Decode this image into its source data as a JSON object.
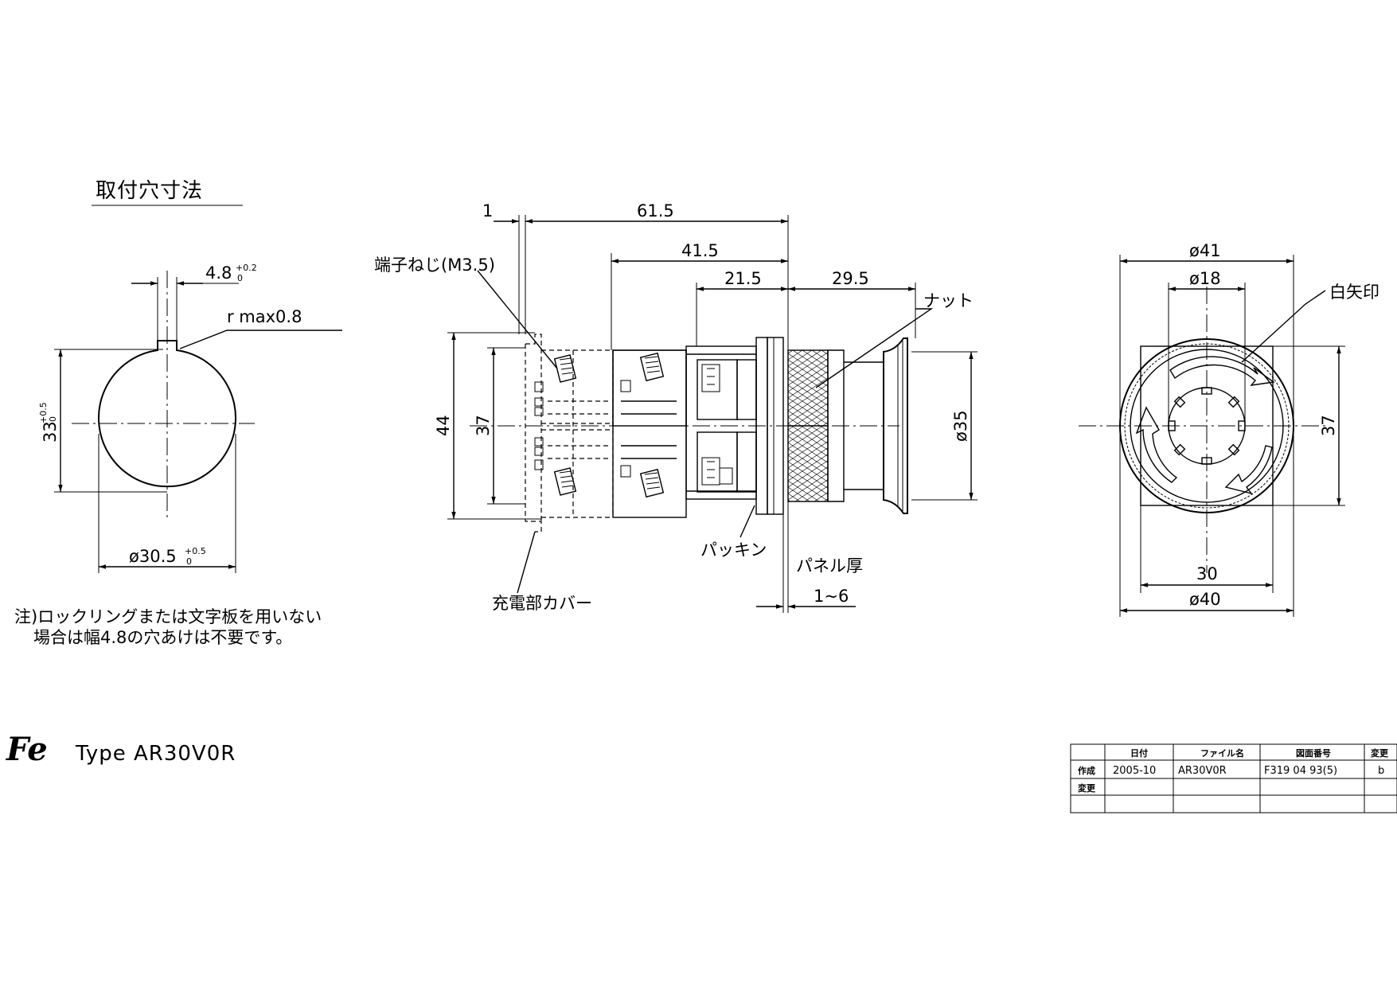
{
  "mounting_hole": {
    "title": "取付穴寸法",
    "key_width": "4.8",
    "key_width_tol_upper": "+0.2",
    "key_width_tol_lower": "0",
    "radius_note": "r max0.8",
    "height": "33",
    "height_tol_upper": "+0.5",
    "height_tol_lower": "0",
    "diameter": "ø30.5",
    "diameter_tol_upper": "+0.5",
    "diameter_tol_lower": "0"
  },
  "note": {
    "line1": "注)ロックリングまたは文字板を用いない",
    "line2": "場合は幅4.8の穴あけは不要です。"
  },
  "side_view": {
    "dim_1": "1",
    "dim_61_5": "61.5",
    "dim_41_5": "41.5",
    "dim_21_5": "21.5",
    "dim_29_5": "29.5",
    "dim_44": "44",
    "dim_37": "37",
    "dim_phi35": "ø35",
    "panel_range": "1~6",
    "label_terminal_screw": "端子ねじ(M3.5)",
    "label_nut": "ナット",
    "label_packing": "パッキン",
    "label_panel_thickness": "パネル厚",
    "label_live_cover": "充電部カバー"
  },
  "front_view": {
    "dim_phi41": "ø41",
    "dim_phi18": "ø18",
    "dim_37": "37",
    "dim_30": "30",
    "dim_phi40": "ø40",
    "label_white_arrow": "白矢印"
  },
  "brand": {
    "logo": "Fe",
    "type_label": "Type AR30V0R"
  },
  "title_block": {
    "headers": [
      "",
      "日付",
      "ファイル名",
      "図面番号",
      "変更"
    ],
    "rows": [
      [
        "作成",
        "2005-10",
        "AR30V0R",
        "F319 04 93(5)",
        "b"
      ],
      [
        "変更",
        "",
        "",
        "",
        ""
      ],
      [
        "",
        "",
        "",
        "",
        ""
      ]
    ]
  }
}
